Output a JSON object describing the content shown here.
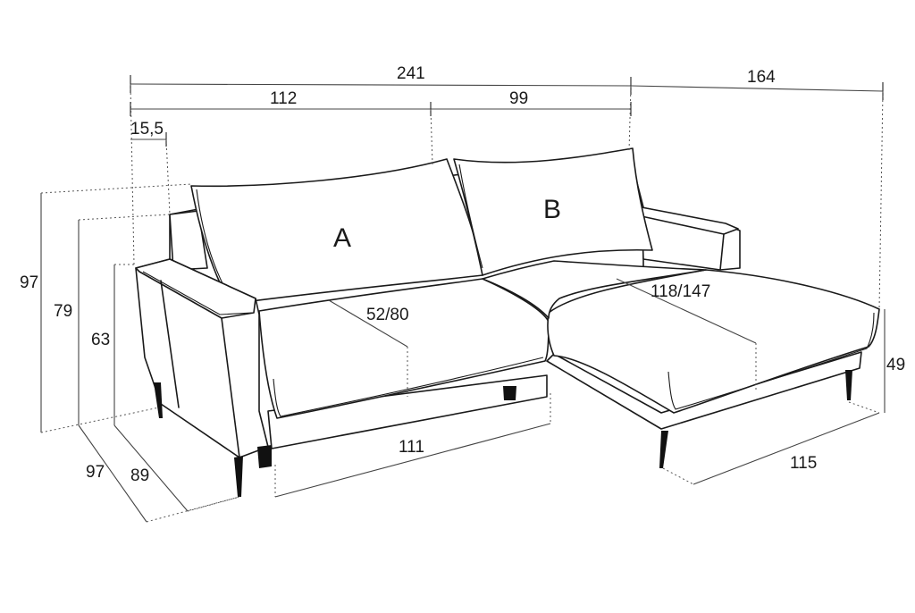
{
  "labels": {
    "section_a": "A",
    "section_b": "B"
  },
  "dimensions": {
    "total_width": "241",
    "chaise_length": "164",
    "section_a_width": "112",
    "section_b_width": "99",
    "armrest_width": "15,5",
    "total_height": "97",
    "backrest_height": "79",
    "armrest_height": "63",
    "total_depth": "97",
    "seat_depth_outer": "89",
    "seat_depth": "52/80",
    "seat_width": "111",
    "chaise_depth": "118/147",
    "chaise_width": "115",
    "seat_height": "49"
  },
  "colors": {
    "line": "#1a1a1a",
    "legs": "#111111",
    "background": "#ffffff"
  }
}
